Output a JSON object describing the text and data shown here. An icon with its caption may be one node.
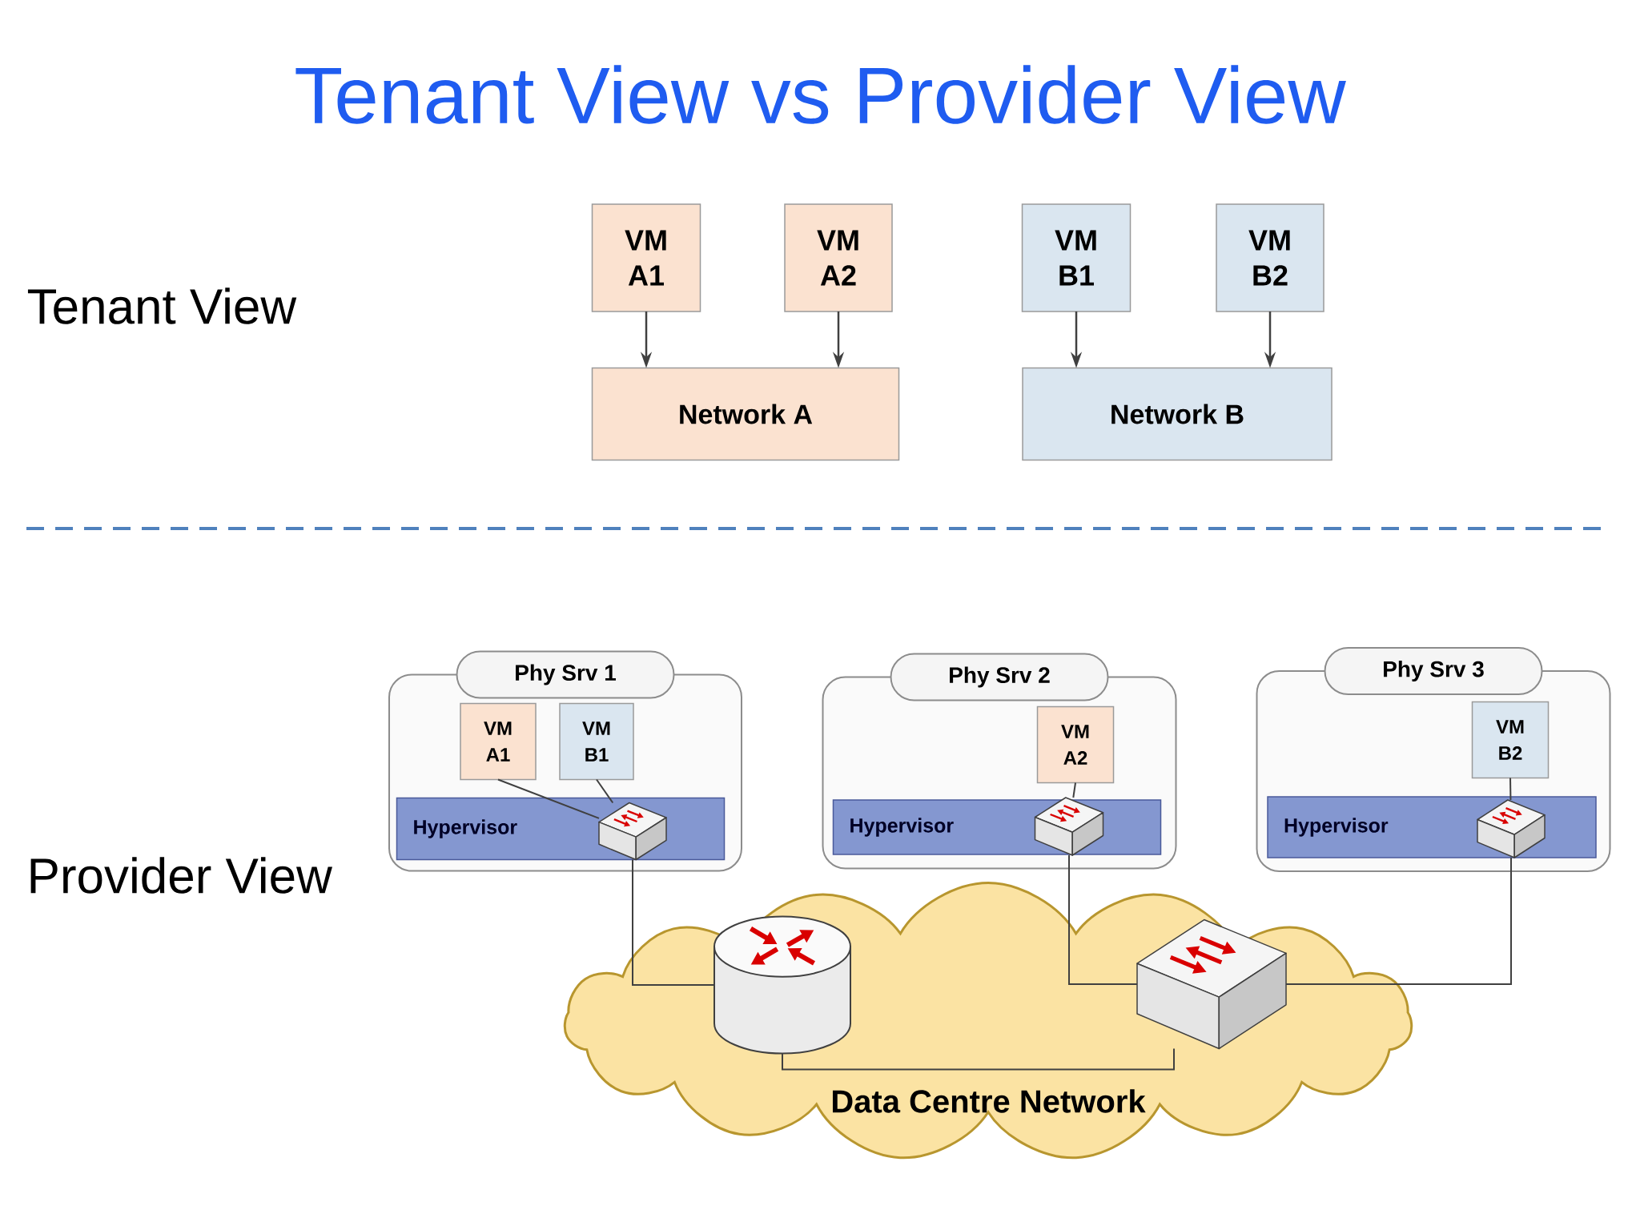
{
  "diagram": {
    "title": "Tenant View vs Provider View",
    "nodes": [
      {
        "text": [
          "VM A1"
        ]
      },
      {
        "text": [
          "VM A2"
        ]
      },
      {
        "text": [
          "VM B1"
        ]
      },
      {
        "text": [
          "VM B2"
        ]
      },
      {
        "text": [
          "Network A"
        ]
      },
      {
        "text": [
          "Network B"
        ]
      },
      {
        "text": [
          "Phy Srv 1"
        ]
      },
      {
        "text": [
          "VM A1"
        ],
        "in": 6
      },
      {
        "text": [
          "VM B1"
        ],
        "in": 6
      },
      {
        "text": [
          "Hypervisor"
        ],
        "in": 6
      },
      {
        "text": [],
        "shape": "switch",
        "in": 9
      },
      {
        "text": [
          "Phy Srv 2"
        ]
      },
      {
        "text": [
          "VM A2"
        ],
        "in": 11
      },
      {
        "text": [
          "Hypervisor"
        ],
        "in": 11
      },
      {
        "text": [],
        "shape": "switch",
        "in": 13
      },
      {
        "text": [
          "Phy Srv 3"
        ]
      },
      {
        "text": [
          "VM B2"
        ],
        "in": 15
      },
      {
        "text": [
          "Hypervisor"
        ],
        "in": 15
      },
      {
        "text": [],
        "shape": "switch",
        "in": 17
      },
      {
        "text": [
          "Data Centre Network"
        ]
      },
      {
        "text": [],
        "shape": "router",
        "in": 19
      },
      {
        "text": [],
        "shape": "switch",
        "in": 19
      }
    ],
    "edges": [
      {
        "from": 0,
        "to": 4,
        "arrow": "to"
      },
      {
        "from": 1,
        "to": 4,
        "arrow": "to"
      },
      {
        "from": 2,
        "to": 5,
        "arrow": "to"
      },
      {
        "from": 3,
        "to": 5,
        "arrow": "to"
      },
      {
        "from": 7,
        "to": 10,
        "arrow": "none"
      },
      {
        "from": 8,
        "to": 10,
        "arrow": "none"
      },
      {
        "from": 10,
        "to": 20,
        "arrow": "none"
      },
      {
        "from": 12,
        "to": 14,
        "arrow": "none"
      },
      {
        "from": 14,
        "to": 21,
        "arrow": "none"
      },
      {
        "from": 16,
        "to": 18,
        "arrow": "none"
      },
      {
        "from": 18,
        "to": 21,
        "arrow": "none"
      },
      {
        "from": 20,
        "to": 21,
        "arrow": "none"
      }
    ],
    "labels": [
      "Tenant View",
      "Provider View"
    ]
  }
}
